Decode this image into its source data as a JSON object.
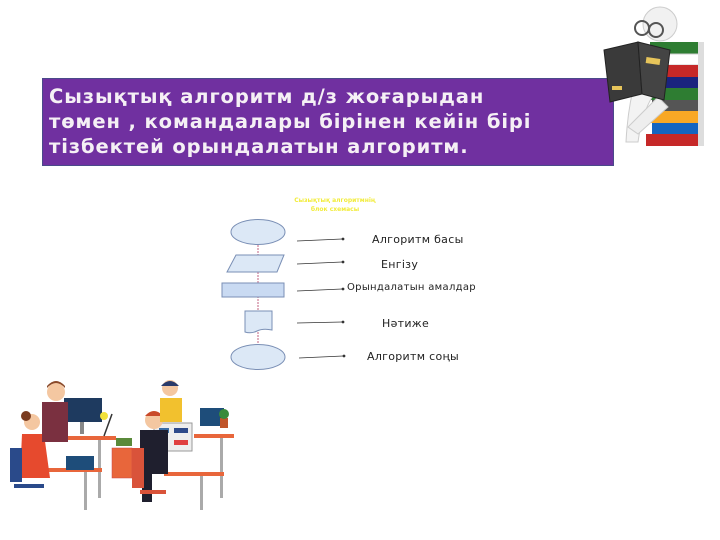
{
  "slide": {
    "title_lines": "Сызықтық алгоритм д/з жоғарыдан\nтөмен , командалары бірінен кейін бірі\nтізбектей орындалатын алгоритм.",
    "colors": {
      "title_bg": "#7030a0",
      "title_text": "#f5f0f5",
      "shape_fill": "#dce8f6",
      "shape_stroke": "#7a8fb5",
      "heading": "#f2ec3a"
    }
  },
  "flowchart": {
    "heading_line1": "Сызықтық алгоритмнің",
    "heading_line2": "блок схемасы",
    "steps": [
      {
        "shape": "ellipse",
        "label": "Алгоритм басы"
      },
      {
        "shape": "parallelogram",
        "label": "Енгізу"
      },
      {
        "shape": "rectangle",
        "label": "Орындалатын амалдар"
      },
      {
        "shape": "document",
        "label": "Нәтиже"
      },
      {
        "shape": "ellipse",
        "label": "Алгоритм соңы"
      }
    ]
  },
  "illustrations": {
    "top_right": "person-reading-book-with-stack-of-books",
    "bottom_left": "office-workers-at-computer-desks"
  }
}
